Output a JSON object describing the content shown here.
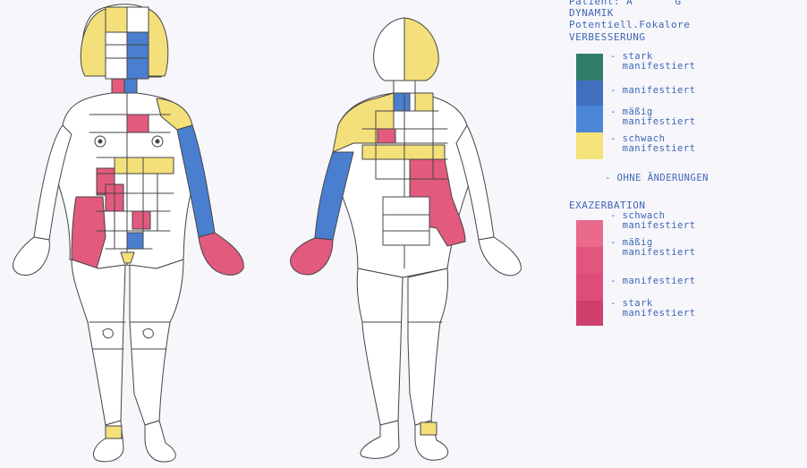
{
  "legend": {
    "patient_line": "Patient: A",
    "patient_suffix": "G",
    "title": "DYNAMIK",
    "subtitle": "Potentiell.Fokalore",
    "improvement": {
      "heading": "VERBESSERUNG",
      "entries": [
        {
          "label": "- stark\n  manifestiert",
          "color": "#2f7d66"
        },
        {
          "label": "- manifestiert",
          "color": "#3f6fbd"
        },
        {
          "label": "- mäßig\n  manifestiert",
          "color": "#4b86d6"
        },
        {
          "label": "- schwach\n  manifestiert",
          "color": "#f3e37a"
        }
      ]
    },
    "no_change": "- OHNE ÄNDERUNGEN",
    "exacerbation": {
      "heading": "EXAZERBATION",
      "entries": [
        {
          "label": "- schwach\n  manifestiert",
          "color": "#ea6a8d"
        },
        {
          "label": "- mäßig\n  manifestiert",
          "color": "#e2557f"
        },
        {
          "label": "- manifestiert",
          "color": "#dd4d7a"
        },
        {
          "label": "- stark\n  manifestiert",
          "color": "#cf3f6c"
        }
      ]
    }
  },
  "colors": {
    "outline": "#444444",
    "yellow": "#f4e07a",
    "blue": "#4a7fd0",
    "pink": "#e25a7e",
    "text_blue": "#3f67b5"
  }
}
